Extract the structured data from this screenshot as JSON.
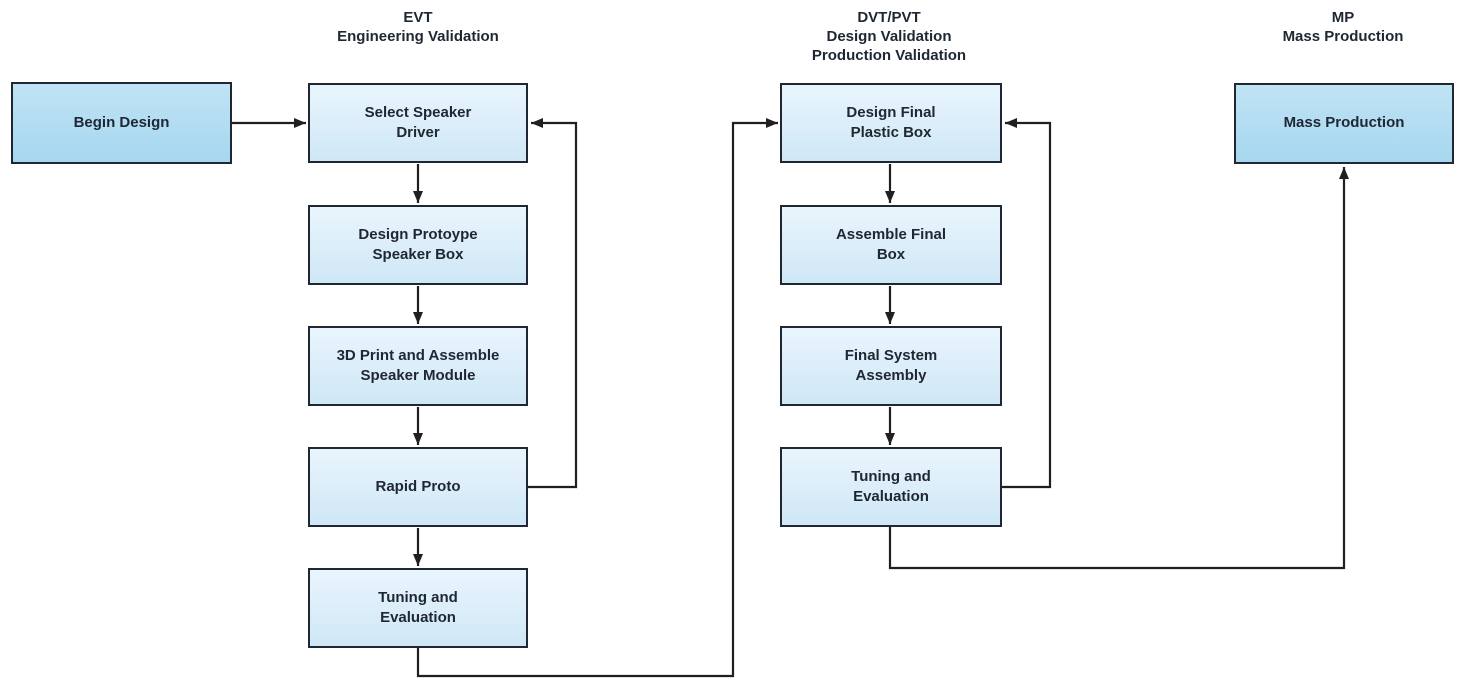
{
  "colors": {
    "box-fill-top": "#e9f5fd",
    "box-fill-bottom": "#cfe7f6",
    "terminal-fill-top": "#c0e3f5",
    "terminal-fill-bottom": "#a6d7ef",
    "box-border": "#1f2733",
    "text": "#1f2733",
    "line": "#231f20",
    "background": "#ffffff"
  },
  "headers": {
    "evt": "EVT\nEngineering Validation",
    "dvt": "DVT/PVT\nDesign Validation\nProduction Validation",
    "mp": "MP\nMass Production"
  },
  "nodes": {
    "begin": "Begin Design",
    "select_driver": "Select Speaker\nDriver",
    "design_prototype": "Design Protoype\nSpeaker Box",
    "print_assemble": "3D Print  and Assemble\nSpeaker Module",
    "rapid_proto": "Rapid Proto",
    "evt_tuning": "Tuning and\nEvaluation",
    "design_final": "Design Final\nPlastic Box",
    "assemble_final": "Assemble Final\nBox",
    "final_assembly": "Final System\nAssembly",
    "dvt_tuning": "Tuning and\nEvaluation",
    "mass_production": "Mass Production"
  }
}
